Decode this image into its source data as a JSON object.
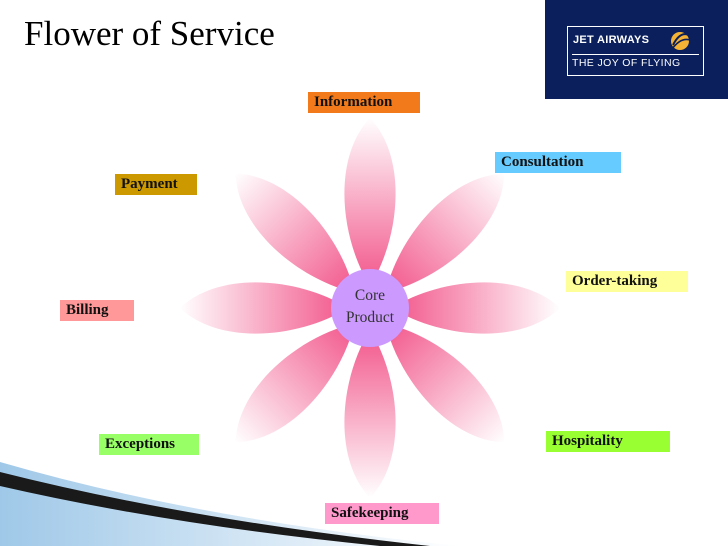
{
  "title": "Flower of Service",
  "logo": {
    "brand": "JET AIRWAYS",
    "tagline": "THE JOY OF FLYING",
    "icon": "sun-icon",
    "background": "#0a1f5c"
  },
  "core": {
    "line1": "Core",
    "line2": "Product",
    "color": "#cc99ff"
  },
  "petal_color": "#f2558a",
  "petals": [
    {
      "label": "Information",
      "color": "#f27a1a"
    },
    {
      "label": "Consultation",
      "color": "#66ccff"
    },
    {
      "label": "Order-taking",
      "color": "#ffff99"
    },
    {
      "label": "Hospitality",
      "color": "#99ff33"
    },
    {
      "label": "Safekeeping",
      "color": "#ff99cc"
    },
    {
      "label": "Exceptions",
      "color": "#99ff66"
    },
    {
      "label": "Billing",
      "color": "#ff9999"
    },
    {
      "label": "Payment",
      "color": "#cc9900"
    }
  ]
}
